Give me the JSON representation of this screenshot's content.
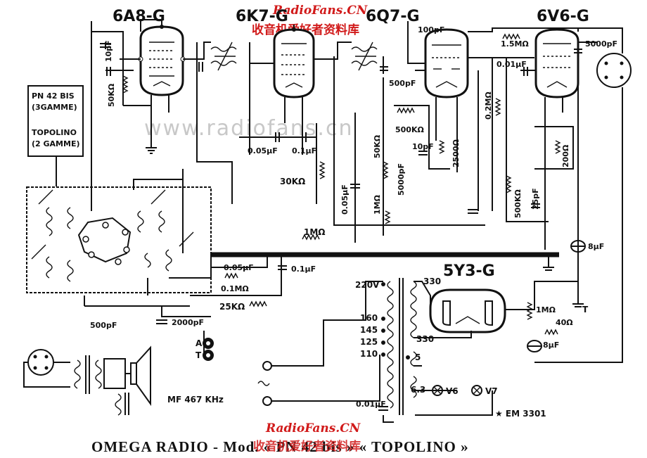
{
  "watermark": {
    "site_top": "RadioFans.CN",
    "chinese_top": "收音机爱好者资料库",
    "faint": "www.radiofans.cn",
    "site_bottom": "RadioFans.CN",
    "chinese_bottom": "收音机爱好者资料库"
  },
  "tubes": {
    "t1": "6A8-G",
    "t2": "6K7-G",
    "t3": "6Q7-G",
    "t4": "6V6-G",
    "rect": "5Y3-G"
  },
  "models_box": {
    "line1": "PN 42 BIS",
    "line2": "(3GAMME)",
    "line3": "TOPOLINO",
    "line4": "(2 GAMME)"
  },
  "components": {
    "c_10pf": "10pF",
    "r_50k_a": "50KΩ",
    "c_100pf": "100pF",
    "c_500pf_a": "500pF",
    "r_500k_a": "500KΩ",
    "r_50k_b": "50KΩ",
    "c_10pf_b": "10pF",
    "c_5000pf_a": "5000pF",
    "r_2500": "2500Ω",
    "c_005_a": "0.05μF",
    "c_01_a": "0.1μF",
    "r_30k": "30KΩ",
    "c_005_b": "0.05μF",
    "r_1m_a": "1MΩ",
    "r_15m": "1.5MΩ",
    "c_001": "0.01μF",
    "r_02m": "0.2MΩ",
    "r_500k_b": "500KΩ",
    "c_25pf": "25pF",
    "r_200": "200Ω",
    "c_5000pf_b": "5000pF",
    "c_8mf_a": "8μF",
    "r_1m_bus": "1MΩ",
    "c_005_c": "0.05μF",
    "r_01m": "0.1MΩ",
    "c_01_b": "0.1μF",
    "r_25k": "25KΩ",
    "c_500pf_b": "500pF",
    "c_2000pf": "2000pF",
    "r_1m_b": "1MΩ",
    "r_40": "40Ω",
    "c_8mf_b": "8μF",
    "c_001_b": "0.01μF"
  },
  "transformer": {
    "tap_220": "220V",
    "tap_160": "160",
    "tap_145": "145",
    "tap_125": "125",
    "tap_110": "110",
    "sec_330a": "330",
    "sec_330b": "330",
    "sec_5": "5",
    "sec_63": "6.3",
    "lamp_v6": "V6",
    "lamp_v7": "V7"
  },
  "terminals": {
    "antenna": "A",
    "ground": "T",
    "ground_right": "T"
  },
  "notes": {
    "if_freq": "MF 467 KHz",
    "em_code": "★ EM 3301"
  },
  "title": "OMEGA RADIO - Mod. « PN 42 bis » « TOPOLINO »"
}
